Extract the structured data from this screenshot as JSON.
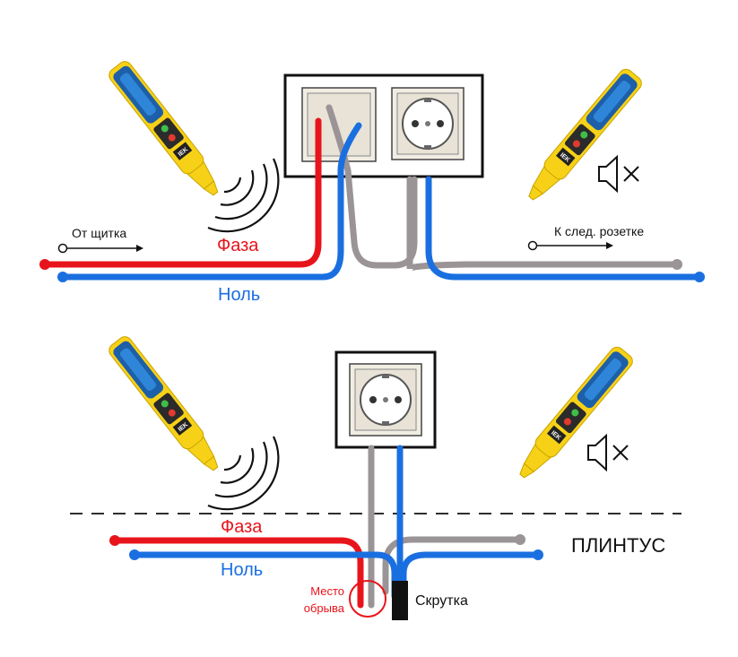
{
  "top_diagram": {
    "label_from_panel": "От щитка",
    "label_to_next": "К след. розетке",
    "label_phase": "Фаза",
    "label_neutral": "Ноль"
  },
  "bottom_diagram": {
    "label_phase": "Фаза",
    "label_neutral": "Ноль",
    "label_baseboard": "ПЛИНТУС",
    "label_break_line1": "Место",
    "label_break_line2": "обрыва",
    "label_twist": "Скрутка"
  },
  "colors": {
    "phase": "#e8141b",
    "neutral": "#1a6fe0",
    "gray_wire": "#9a9496",
    "tester_yellow": "#f7d117",
    "tester_blue": "#1d5fa8"
  },
  "icons": {
    "sound_on": "sound-waves-icon",
    "sound_off": "speaker-muted-icon",
    "arrow": "arrow-right-icon"
  }
}
